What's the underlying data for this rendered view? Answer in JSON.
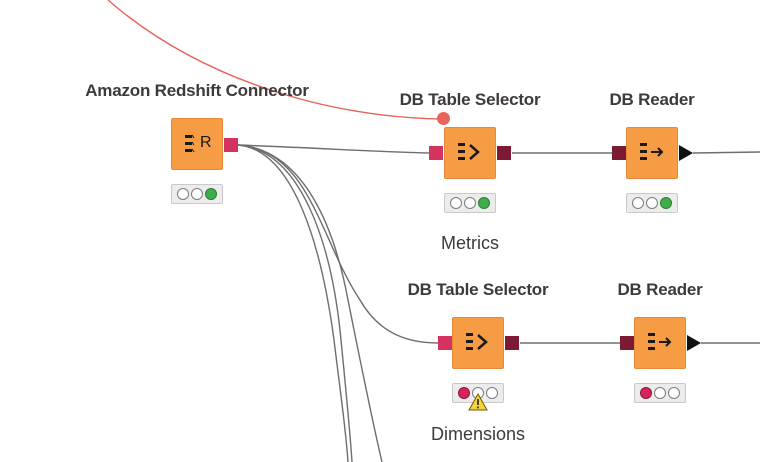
{
  "nodes": [
    {
      "id": "redshift",
      "title": "Amazon Redshift Connector",
      "label": "",
      "icon_letter": "R",
      "status": [
        "white",
        "white",
        "green"
      ]
    },
    {
      "id": "sel1",
      "title": "DB Table Selector",
      "label": "Metrics",
      "status": [
        "white",
        "white",
        "green"
      ]
    },
    {
      "id": "reader1",
      "title": "DB Reader",
      "label": "",
      "status": [
        "white",
        "white",
        "green"
      ]
    },
    {
      "id": "sel2",
      "title": "DB Table Selector",
      "label": "Dimensions",
      "status": [
        "red",
        "white",
        "white"
      ],
      "warning": true
    },
    {
      "id": "reader2",
      "title": "DB Reader",
      "label": "",
      "status": [
        "red",
        "white",
        "white"
      ]
    }
  ],
  "colors": {
    "node_fill": "#f69c45",
    "db_port": "#d3335e",
    "db_query_port": "#7b1b33",
    "table_port": "#111111",
    "connection": "#6e6e6e",
    "flow_variable_connection": "#e8645a",
    "status_green": "#3fae49",
    "status_red": "#d8235a",
    "warning": "#f5d33a"
  }
}
